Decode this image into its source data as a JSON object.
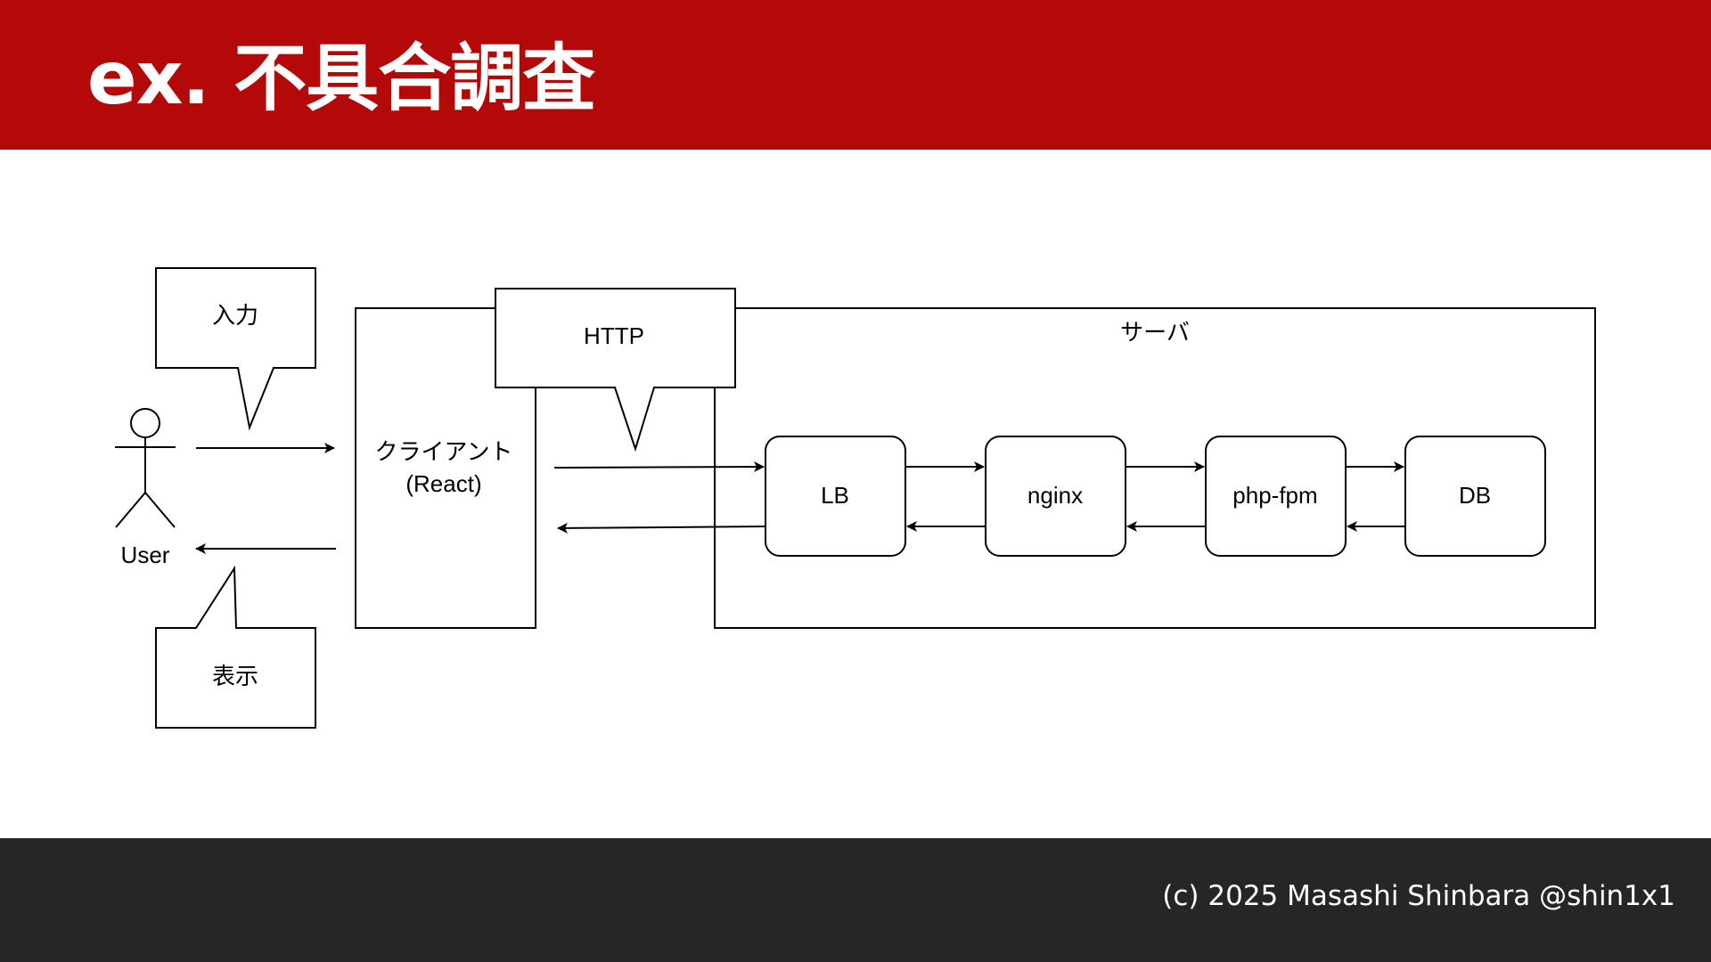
{
  "header": {
    "title": "ex. 不具合調査"
  },
  "footer": {
    "credit": "(c) 2025 Masashi Shinbara @shin1x1"
  },
  "diagram": {
    "actor_label": "User",
    "callouts": {
      "input": "入力",
      "display": "表示",
      "http": "HTTP"
    },
    "client": {
      "line1": "クライアント",
      "line2": "(React)"
    },
    "server_group": "サーバ",
    "nodes": {
      "lb": "LB",
      "nginx": "nginx",
      "php_fpm": "php-fpm",
      "db": "DB"
    }
  },
  "colors": {
    "header": "#b30909",
    "footer": "#262626",
    "stroke": "#000000"
  }
}
